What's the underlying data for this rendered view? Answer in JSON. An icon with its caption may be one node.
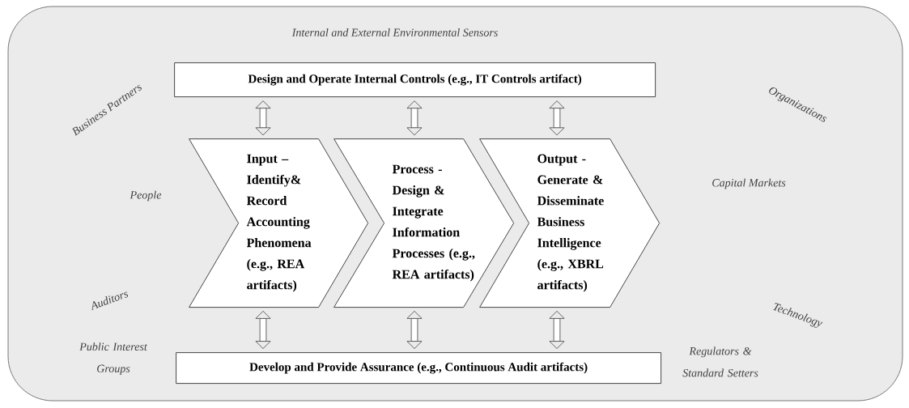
{
  "diagram": {
    "nodes": [
      {
        "text": [
          "Internal and External Environmental Sensors"
        ]
      },
      {
        "text": [
          "Design and Operate Internal Controls (e.g., IT Controls artifact)"
        ],
        "in": 0
      },
      {
        "text": [
          "Input – Identify& Record Accounting Phenomena (e.g., REA artifacts)"
        ],
        "in": 0
      },
      {
        "text": [
          "Process - Design & Integrate Information Processes (e.g., REA artifacts)"
        ],
        "in": 0
      },
      {
        "text": [
          "Output - Generate & Disseminate Business Intelligence (e.g., XBRL artifacts)"
        ],
        "in": 0
      },
      {
        "text": [
          "Develop and Provide Assurance (e.g., Continuous Audit artifacts)"
        ],
        "in": 0
      }
    ],
    "edges": [
      {
        "from": 1,
        "to": 2,
        "arrow": "both"
      },
      {
        "from": 1,
        "to": 3,
        "arrow": "both"
      },
      {
        "from": 1,
        "to": 4,
        "arrow": "both"
      },
      {
        "from": 2,
        "to": 5,
        "arrow": "both"
      },
      {
        "from": 3,
        "to": 5,
        "arrow": "both"
      },
      {
        "from": 4,
        "to": 5,
        "arrow": "both"
      }
    ],
    "labels": [
      "Business Partners",
      "Organizations",
      "People",
      "Capital Markets",
      "Auditors",
      "Technology",
      "Public Interest Groups",
      "Regulators & Standard Setters"
    ]
  }
}
